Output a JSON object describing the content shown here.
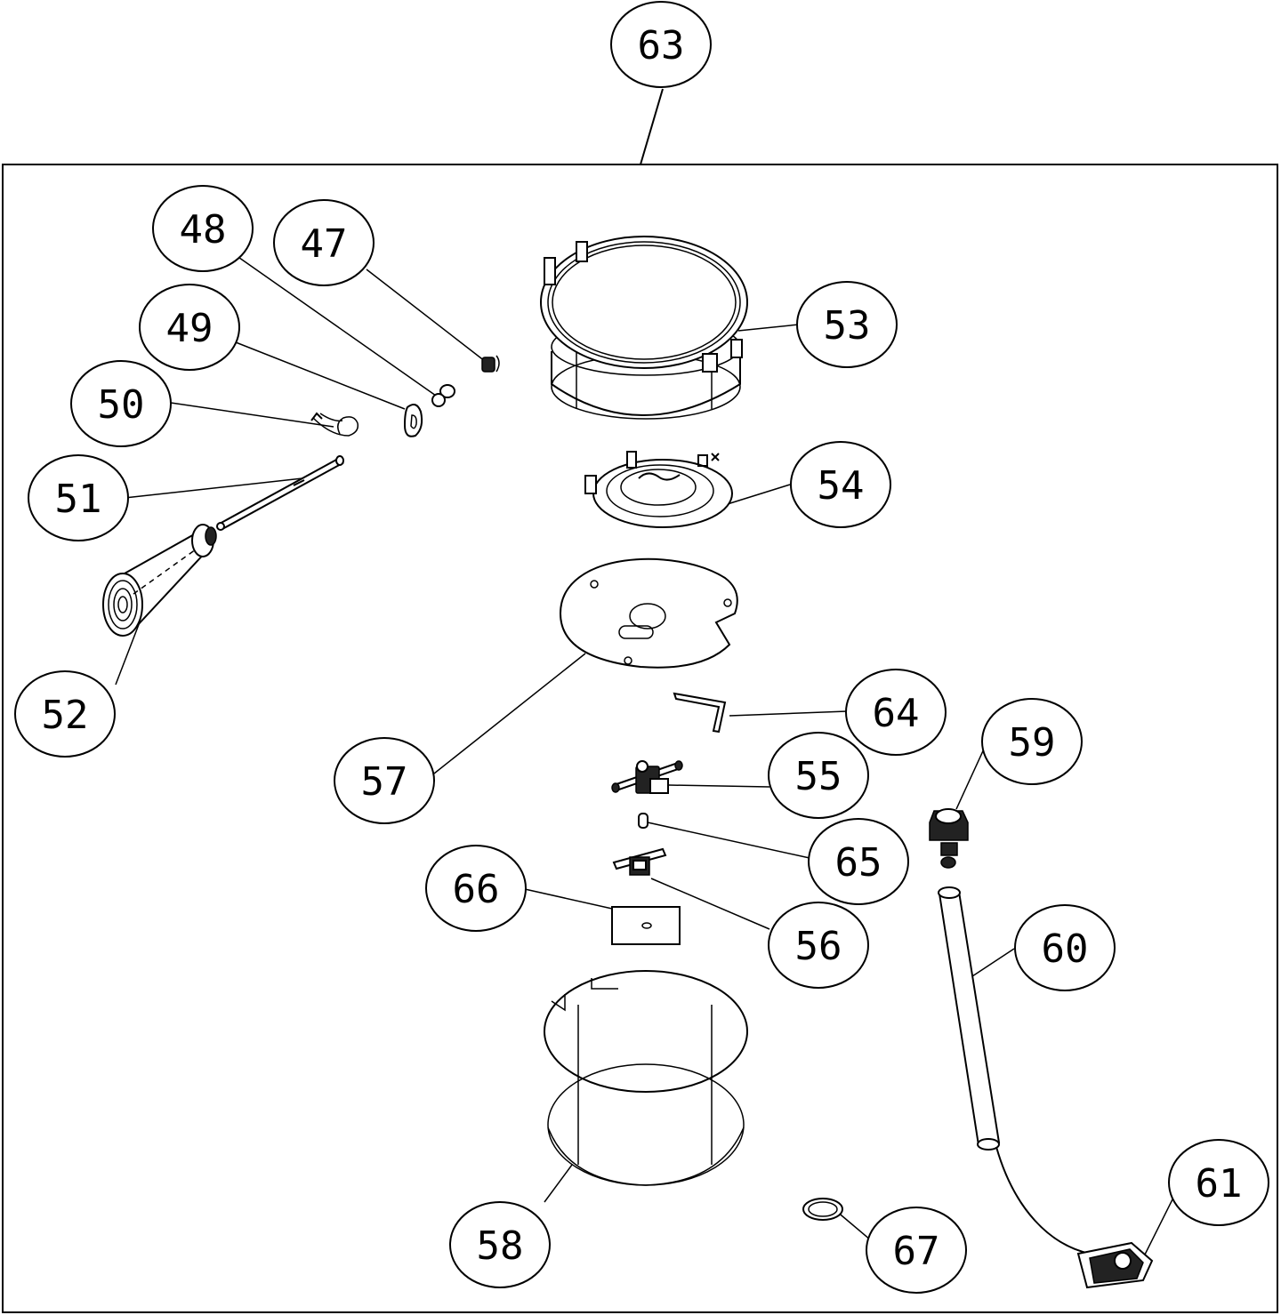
{
  "callouts": {
    "c47": "47",
    "c48": "48",
    "c49": "49",
    "c50": "50",
    "c51": "51",
    "c52": "52",
    "c53": "53",
    "c54": "54",
    "c55": "55",
    "c56": "56",
    "c57": "57",
    "c58": "58",
    "c59": "59",
    "c60": "60",
    "c61": "61",
    "c63": "63",
    "c64": "64",
    "c65": "65",
    "c66": "66",
    "c67": "67"
  }
}
